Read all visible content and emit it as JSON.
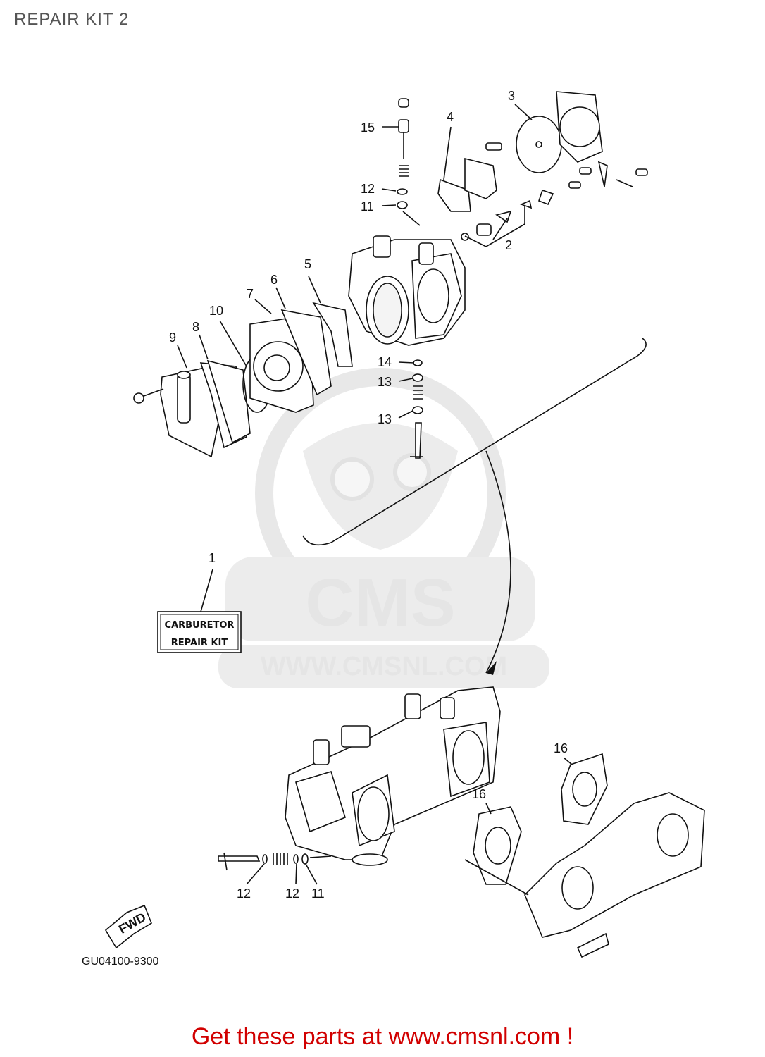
{
  "title": "REPAIR KIT 2",
  "watermark": {
    "brand": "CMS",
    "url": "WWW.CMSNL.COM"
  },
  "kit_label": {
    "line1": "CARBURETOR",
    "line2": "REPAIR KIT"
  },
  "callouts": {
    "c1": "1",
    "c2": "2",
    "c3": "3",
    "c4": "4",
    "c5": "5",
    "c6": "6",
    "c7": "7",
    "c8": "8",
    "c9": "9",
    "c10": "10",
    "c11a": "11",
    "c12a": "12",
    "c13a": "13",
    "c13b": "13",
    "c14": "14",
    "c15": "15",
    "c16a": "16",
    "c16b": "16",
    "c12b": "12",
    "c12c": "12",
    "c11b": "11"
  },
  "fwd_label": "FWD",
  "diagram_code": "GU04100-9300",
  "footer_text": "Get these parts at www.cmsnl.com !",
  "colors": {
    "footer": "#d10000",
    "title": "#555555",
    "watermark": "#e5e5e5"
  }
}
